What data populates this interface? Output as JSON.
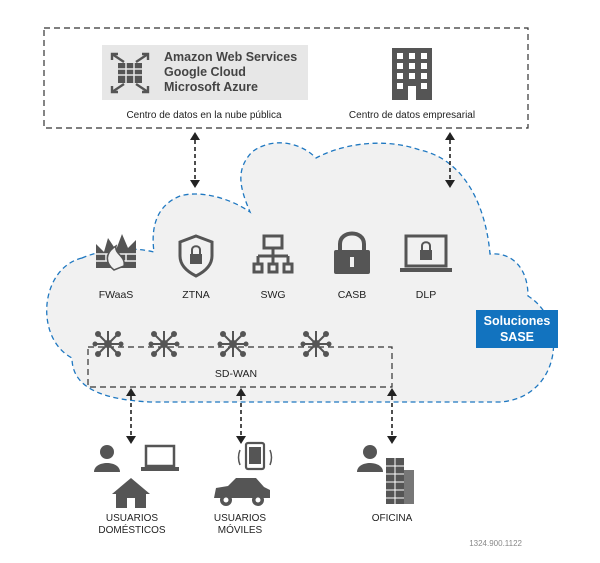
{
  "cloud_providers": {
    "line1": "Amazon Web Services",
    "line2": "Google Cloud",
    "line3": "Microsoft Azure"
  },
  "labels": {
    "public_cloud_dc": "Centro de datos en la nube pública",
    "enterprise_dc": "Centro de datos empresarial",
    "fwaas": "FWaaS",
    "ztna": "ZTNA",
    "swg": "SWG",
    "casb": "CASB",
    "dlp": "DLP",
    "sdwan": "SD-WAN",
    "home_users_1": "USUARIOS",
    "home_users_2": "DOMÉSTICOS",
    "mobile_users_1": "USUARIOS",
    "mobile_users_2": "MÓVILES",
    "office": "OFICINA",
    "figure_id": "1324.900.1122"
  },
  "badge": {
    "line1": "Soluciones",
    "line2": "SASE"
  },
  "colors": {
    "cloud_fill": "#f1f1f1",
    "cloud_stroke": "#1f78c1",
    "icon": "#555555",
    "badge": "#1273bf"
  }
}
